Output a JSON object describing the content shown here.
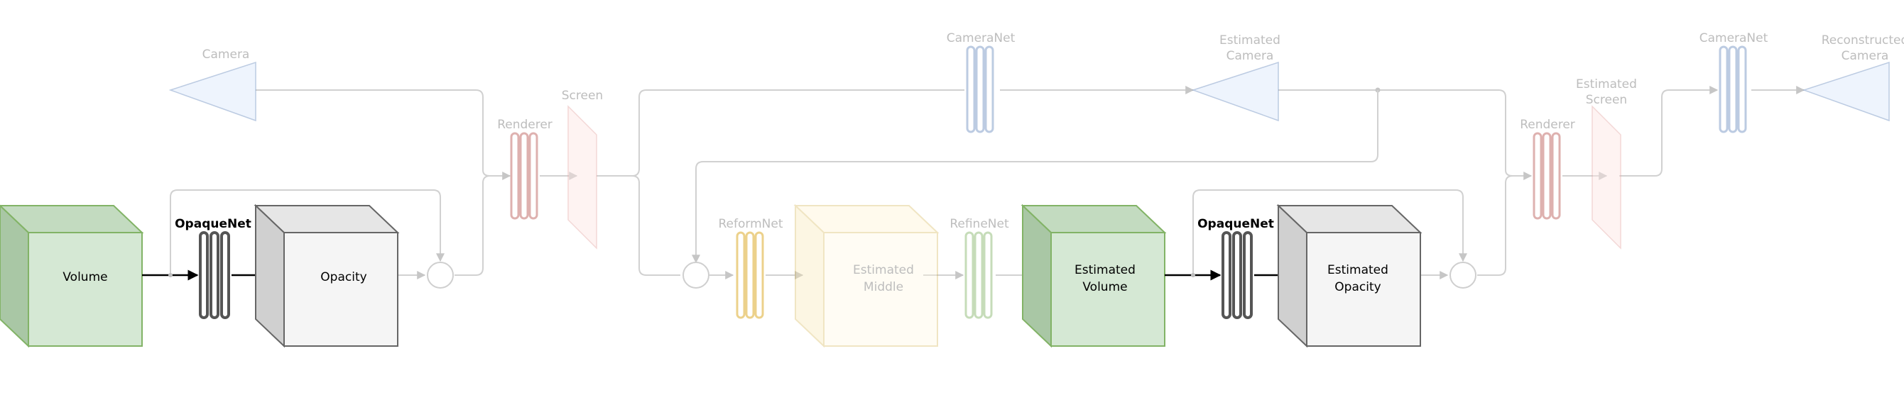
{
  "labels": {
    "camera": "Camera",
    "renderer_1": "Renderer",
    "screen": "Screen",
    "volume": "Volume",
    "opaquenet_1": "OpaqueNet",
    "opacity": "Opacity",
    "cameranet_1": "CameraNet",
    "estimated_camera_1": "Estimated",
    "estimated_camera_2": "Camera",
    "reformnet": "ReformNet",
    "estimated_middle_1": "Estimated",
    "estimated_middle_2": "Middle",
    "refinenet": "RefineNet",
    "estimated_volume_1": "Estimated",
    "estimated_volume_2": "Volume",
    "opaquenet_2": "OpaqueNet",
    "estimated_opacity_1": "Estimated",
    "estimated_opacity_2": "Opacity",
    "renderer_2": "Renderer",
    "estimated_screen_1": "Estimated",
    "estimated_screen_2": "Screen",
    "cameranet_2": "CameraNet",
    "reconstructed_camera_1": "Reconstructed",
    "reconstructed_camera_2": "Camera"
  },
  "colors": {
    "green_fill": "#d5e8d4",
    "green_stroke": "#82b366",
    "gray_fill": "#f5f5f5",
    "gray_stroke": "#666666",
    "blue_fill": "#dae8fc",
    "blue_stroke": "#6c8ebf",
    "red_fill": "#f8cecc",
    "red_stroke": "#b85450",
    "orange_fill": "#ffe6cc",
    "orange_stroke": "#d79b00",
    "yellow_fill": "#fff2cc",
    "yellow_stroke": "#d6b656",
    "faded_line": "#c9c9c9"
  }
}
